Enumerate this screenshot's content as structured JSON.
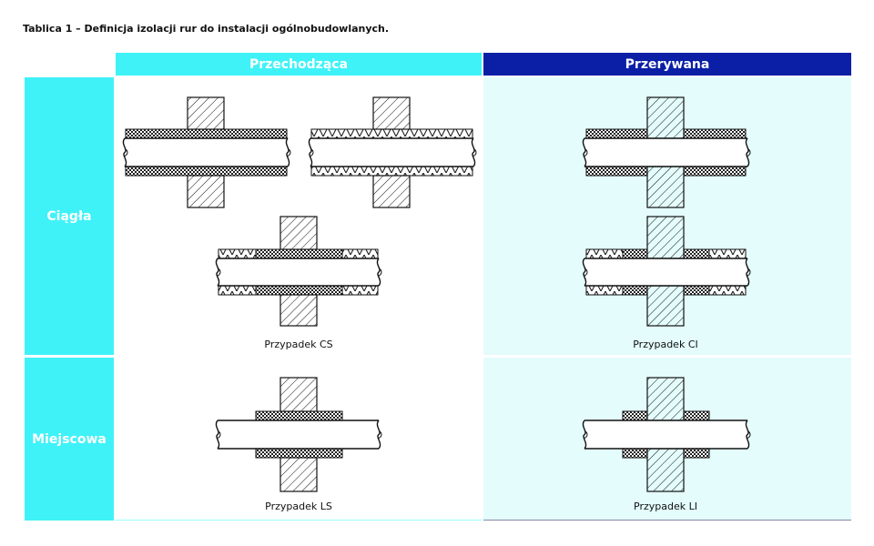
{
  "title": "Tablica 1 – Definicja izolacji rur do instalacji ogólnobudowlanych.",
  "columns": [
    "Przechodząca",
    "Przerywana"
  ],
  "rows": [
    "Ciągła",
    "Miejscowa"
  ],
  "captions": {
    "cs": "Przypadek CS",
    "ci": "Przypadek CI",
    "ls": "Przypadek LS",
    "li": "Przypadek LI"
  },
  "colors": {
    "cyan": "#3ff2f8",
    "blue": "#0a1fa6",
    "light": "#e4fcfc"
  }
}
